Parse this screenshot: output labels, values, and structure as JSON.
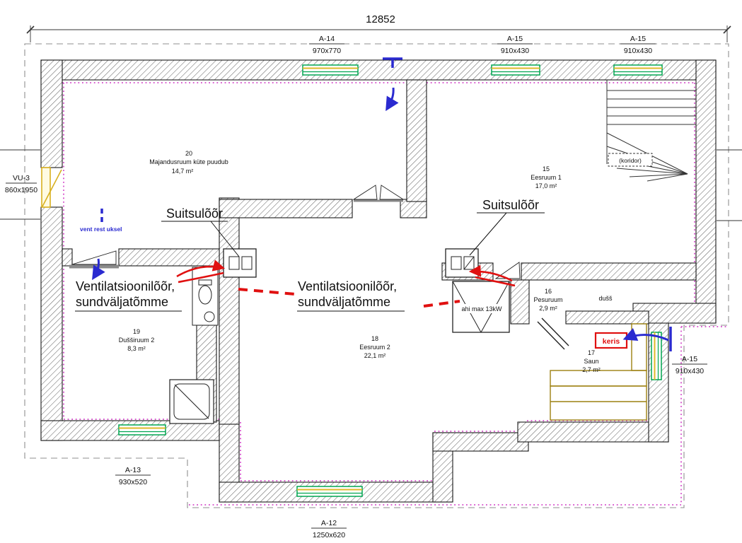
{
  "plan": {
    "overall_dimension": "12852",
    "door_left": {
      "label": "VU-3",
      "size": "860x1950"
    },
    "windows": [
      {
        "label": "A-14",
        "size": "970x770"
      },
      {
        "label": "A-15",
        "size": "910x430"
      },
      {
        "label": "A-15",
        "size": "910x430"
      },
      {
        "label": "A-13",
        "size": "930x520"
      },
      {
        "label": "A-12",
        "size": "1250x620"
      },
      {
        "label": "A-15",
        "size": "910x430"
      }
    ],
    "rooms": [
      {
        "number": "20",
        "name": "Majandusruum küte puudub",
        "area": "14,7 m²"
      },
      {
        "number": "15",
        "name": "Eesruum 1",
        "area": "17,0 m²"
      },
      {
        "number": "19",
        "name": "Dušširuum 2",
        "area": "8,3 m²"
      },
      {
        "number": "18",
        "name": "Eesruum 2",
        "area": "22,1 m²"
      },
      {
        "number": "16",
        "name": "Pesuruum",
        "area": "2,9 m²"
      },
      {
        "number": "17",
        "name": "Saun",
        "area": "2,7 m²"
      }
    ],
    "labels": {
      "koridor": "(koridor)",
      "dush": "dušš",
      "ahi": "ahi max 13kW",
      "keris": "keris",
      "vent_rest_uksel": "vent rest uksel",
      "suitsuloor": "Suitsulõõr",
      "ventilatsiooniloor_line1": "Ventilatsioonilõõr,",
      "ventilatsiooniloor_line2": "sundväljatõmme"
    },
    "colors": {
      "annotation_red": "#e01010",
      "annotation_blue": "#2a2ad0",
      "insulation_pink": "#d95fd0",
      "window_green": "#00a550",
      "window_yellow": "#dfb92a"
    }
  }
}
